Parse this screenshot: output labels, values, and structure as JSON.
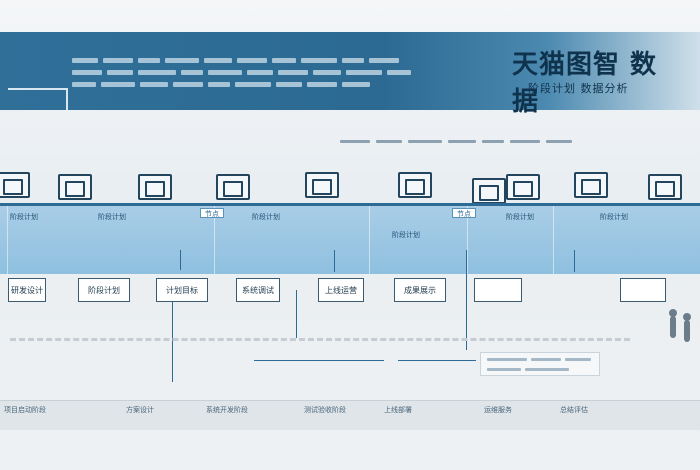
{
  "brand": {
    "title": "天猫图智 数据",
    "subtitle": "阶段计划 数据分析"
  },
  "band_labels": [
    "阶段计划",
    "阶段计划",
    "阶段计划",
    "阶段计划",
    "阶段计划",
    "阶段计划"
  ],
  "band_tags": [
    "节点",
    "节点"
  ],
  "label_boxes": [
    "研发设计",
    "阶段计划",
    "计划目标",
    "系统调试",
    "上线运营",
    "成果展示"
  ],
  "footer_cells": [
    "项目启动阶段",
    "方案设计",
    "系统开发阶段",
    "测试验收阶段",
    "上线部署",
    "运维服务",
    "总结评估"
  ],
  "colors": {
    "banner": "#2f6f98",
    "band": "#9ec8e4",
    "rail": "#2d6a95",
    "text_dark": "#10334d"
  }
}
